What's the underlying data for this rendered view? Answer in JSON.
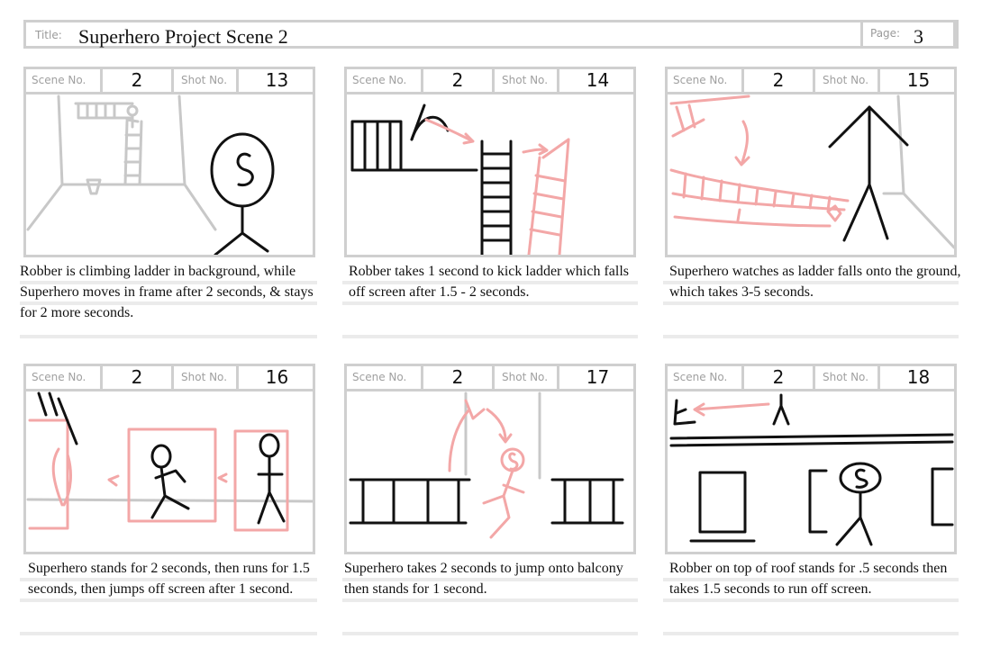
{
  "header": {
    "title_label": "Title:",
    "title": "Superhero Project Scene 2",
    "page_label": "Page:",
    "page": "3"
  },
  "labels": {
    "scene": "Scene No.",
    "shot": "Shot No."
  },
  "panels": [
    {
      "scene": "2",
      "shot": "13",
      "caption": "Robber is climbing ladder in background, while Superhero moves in frame after 2 seconds, & stays for 2 more seconds."
    },
    {
      "scene": "2",
      "shot": "14",
      "caption": "Robber takes 1 second to kick ladder which falls off screen after 1.5 - 2 seconds."
    },
    {
      "scene": "2",
      "shot": "15",
      "caption": "Superhero watches as ladder falls onto the ground, which takes 3-5 seconds."
    },
    {
      "scene": "2",
      "shot": "16",
      "caption": "Superhero stands for 2 seconds, then runs for 1.5 seconds, then jumps off screen after 1 second."
    },
    {
      "scene": "2",
      "shot": "17",
      "caption": "Superhero takes 2 seconds to jump onto balcony then stands for 1 second."
    },
    {
      "scene": "2",
      "shot": "18",
      "caption": "Robber on top of roof stands for .5 seconds then takes 1.5 seconds to run off screen."
    }
  ],
  "colors": {
    "frame": "#cfcfcf",
    "ink": "#111111",
    "pink": "#f3a7a7",
    "grey": "#c8c8c8"
  }
}
